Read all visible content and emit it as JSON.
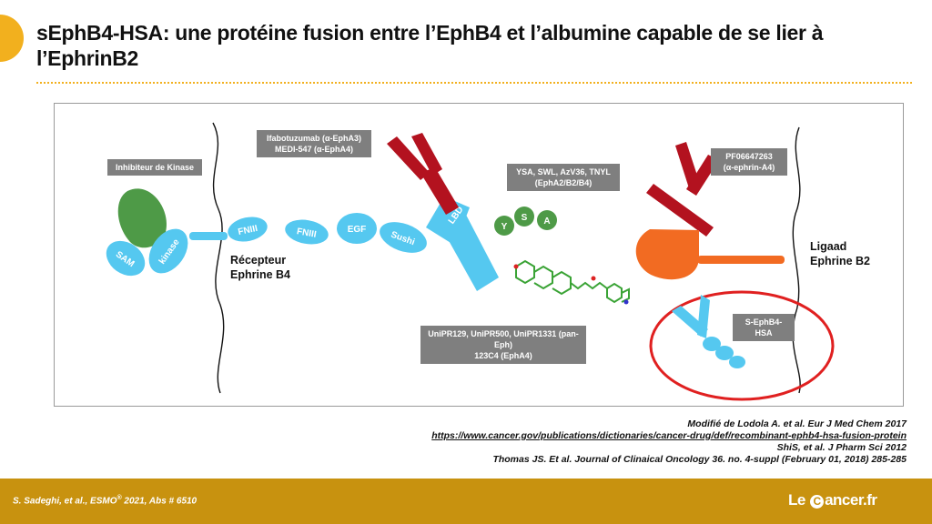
{
  "slide": {
    "title": "sEphB4-HSA: une protéine fusion entre l’EphB4 et l’albumine capable de se lier à l’EphrinB2"
  },
  "diagram": {
    "boxes": {
      "kinase_inhibitor": "Inhibiteur de Kinase",
      "antibodies_epha": "Ifabotuzumab (α-EphA3)\nMEDI-547 (α-EphA4)",
      "peptides": "YSA, SWL, AzV36, TNYL\n(EphA2/B2/B4)",
      "antibody_ephrin": "PF06647263\n(α-ephrin-A4)",
      "small_molecules": "UniPR129, UniPR500, UniPR1331 (pan-Eph)\n123C4 (EphA4)",
      "sephb4": "S-EphB4-HSA"
    },
    "domains": {
      "sam": "SAM",
      "kinase": "kinase",
      "fniii_1": "FNIII",
      "fniii_2": "FNIII",
      "egf": "EGF",
      "sushi": "Sushi",
      "lbd": "LBD"
    },
    "peptide_letters": {
      "y": "Y",
      "s": "S",
      "a": "A"
    },
    "receptor_label": "Récepteur\nEphrine B4",
    "ligand_label": "Ligaad\nEphrine B2"
  },
  "references": {
    "line1": "Modifié de Lodola A. et al. Eur J Med Chem 2017",
    "line2": "https://www.cancer.gov/publications/dictionaries/cancer-drug/def/recombinant-ephb4-hsa-fusion-protein",
    "line3": "ShiS, et al. J Pharm Sci 2012",
    "line4": "Thomas JS. Et al. Journal of Clinaical Oncology 36. no. 4-suppl (February 01, 2018) 285-285"
  },
  "footer": {
    "authors": "S. Sadeghi, et al.,  ESMO",
    "reg": "®",
    "rest": " 2021, Abs # 6510",
    "logo_le": "Le",
    "logo_c": "C",
    "logo_rest": "ancer.fr"
  },
  "colors": {
    "domain_blue": "#55c8f0",
    "kinase_green": "#4e9a47",
    "antibody_red": "#b3121f",
    "ligand_orange": "#f26b22",
    "box_gray": "#7f7f7f",
    "accent_gold": "#f2b01e",
    "footer_gold": "#c8920f",
    "circle_red": "#e02020"
  }
}
